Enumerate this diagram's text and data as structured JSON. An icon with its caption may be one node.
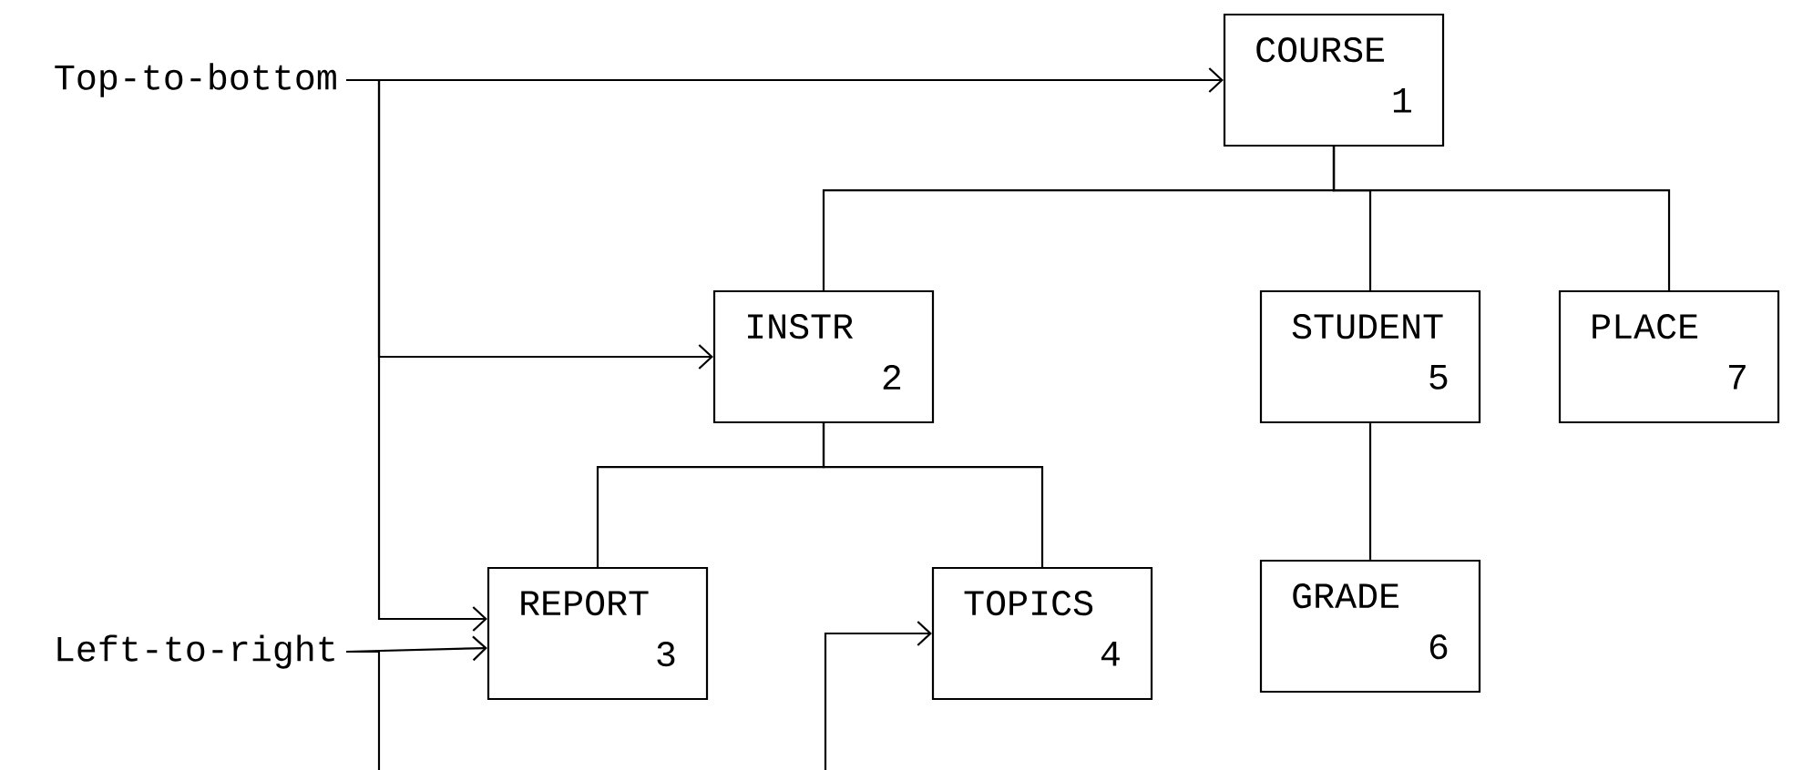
{
  "diagram": {
    "nodes": [
      {
        "text": [
          "Top-to-bottom"
        ]
      },
      {
        "text": [
          "Left-to-right"
        ]
      },
      {
        "text": [
          "COURSE",
          "1"
        ]
      },
      {
        "text": [
          "INSTR",
          "2"
        ]
      },
      {
        "text": [
          "STUDENT",
          "5"
        ]
      },
      {
        "text": [
          "PLACE",
          "7"
        ]
      },
      {
        "text": [
          "REPORT",
          "3"
        ]
      },
      {
        "text": [
          "TOPICS",
          "4"
        ]
      },
      {
        "text": [
          "GRADE",
          "6"
        ]
      }
    ],
    "edges": [
      {
        "from": 0,
        "to": 2,
        "arrow": "to"
      },
      {
        "from": 0,
        "to": 3,
        "arrow": "to"
      },
      {
        "from": 0,
        "to": 6,
        "arrow": "to"
      },
      {
        "from": 1,
        "to": 6,
        "arrow": "to"
      },
      {
        "from": 1,
        "to": null,
        "arrow": "none"
      },
      {
        "from": null,
        "to": 7,
        "arrow": "to"
      },
      {
        "from": 2,
        "to": 3,
        "arrow": "none"
      },
      {
        "from": 2,
        "to": 4,
        "arrow": "none"
      },
      {
        "from": 2,
        "to": 5,
        "arrow": "none"
      },
      {
        "from": 3,
        "to": 6,
        "arrow": "none"
      },
      {
        "from": 3,
        "to": 7,
        "arrow": "none"
      },
      {
        "from": 4,
        "to": 8,
        "arrow": "none"
      }
    ]
  }
}
